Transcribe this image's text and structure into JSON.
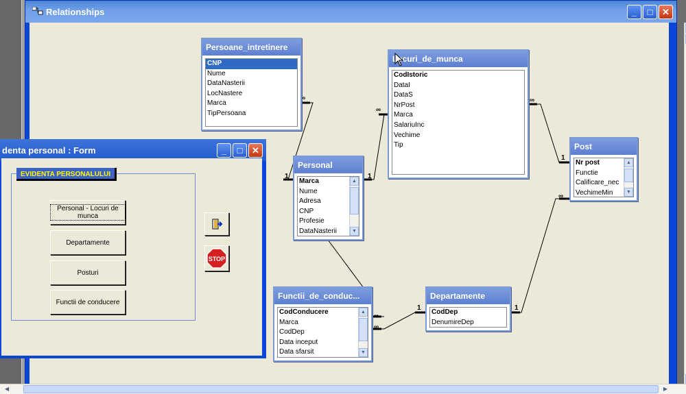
{
  "relationships_window": {
    "title": "Relationships"
  },
  "tables": {
    "persoane": {
      "title": "Persoane_intretinere",
      "fields": [
        "CNP",
        "Nume",
        "DataNasterii",
        "LocNastere",
        "Marca",
        "TipPersoana"
      ]
    },
    "locuri": {
      "title": "Locuri_de_munca",
      "fields": [
        "CodIstoric",
        "DataI",
        "DataS",
        "NrPost",
        "Marca",
        "SalariuInc",
        "Vechime",
        "Tip"
      ]
    },
    "personal": {
      "title": "Personal",
      "fields": [
        "Marca",
        "Nume",
        "Adresa",
        "CNP",
        "Profesie",
        "DataNasterii"
      ]
    },
    "post": {
      "title": "Post",
      "fields": [
        "Nr post",
        "Functie",
        "Calificare_nec",
        "VechimeMin"
      ]
    },
    "functii": {
      "title": "Functii_de_conduc...",
      "fields": [
        "CodConducere",
        "Marca",
        "CodDep",
        "Data inceput",
        "Data sfarsit"
      ]
    },
    "departamente": {
      "title": "Departamente",
      "fields": [
        "CodDep",
        "DenumireDep"
      ]
    }
  },
  "cardinality": {
    "one": "1",
    "many": "∞"
  },
  "form_window": {
    "title": "denta personal : Form",
    "group_label": "EVIDENTA PERSONALULUI",
    "buttons": [
      "Personal - Locuri de munca",
      "Departamente",
      "Posturi",
      "Functii de conducere"
    ],
    "stop_label": "STOP"
  },
  "colors": {
    "titlebar": "#0a46d8",
    "table_header": "#6b8ed8",
    "client": "#ece9d8",
    "group_label_text": "#ffff00"
  }
}
